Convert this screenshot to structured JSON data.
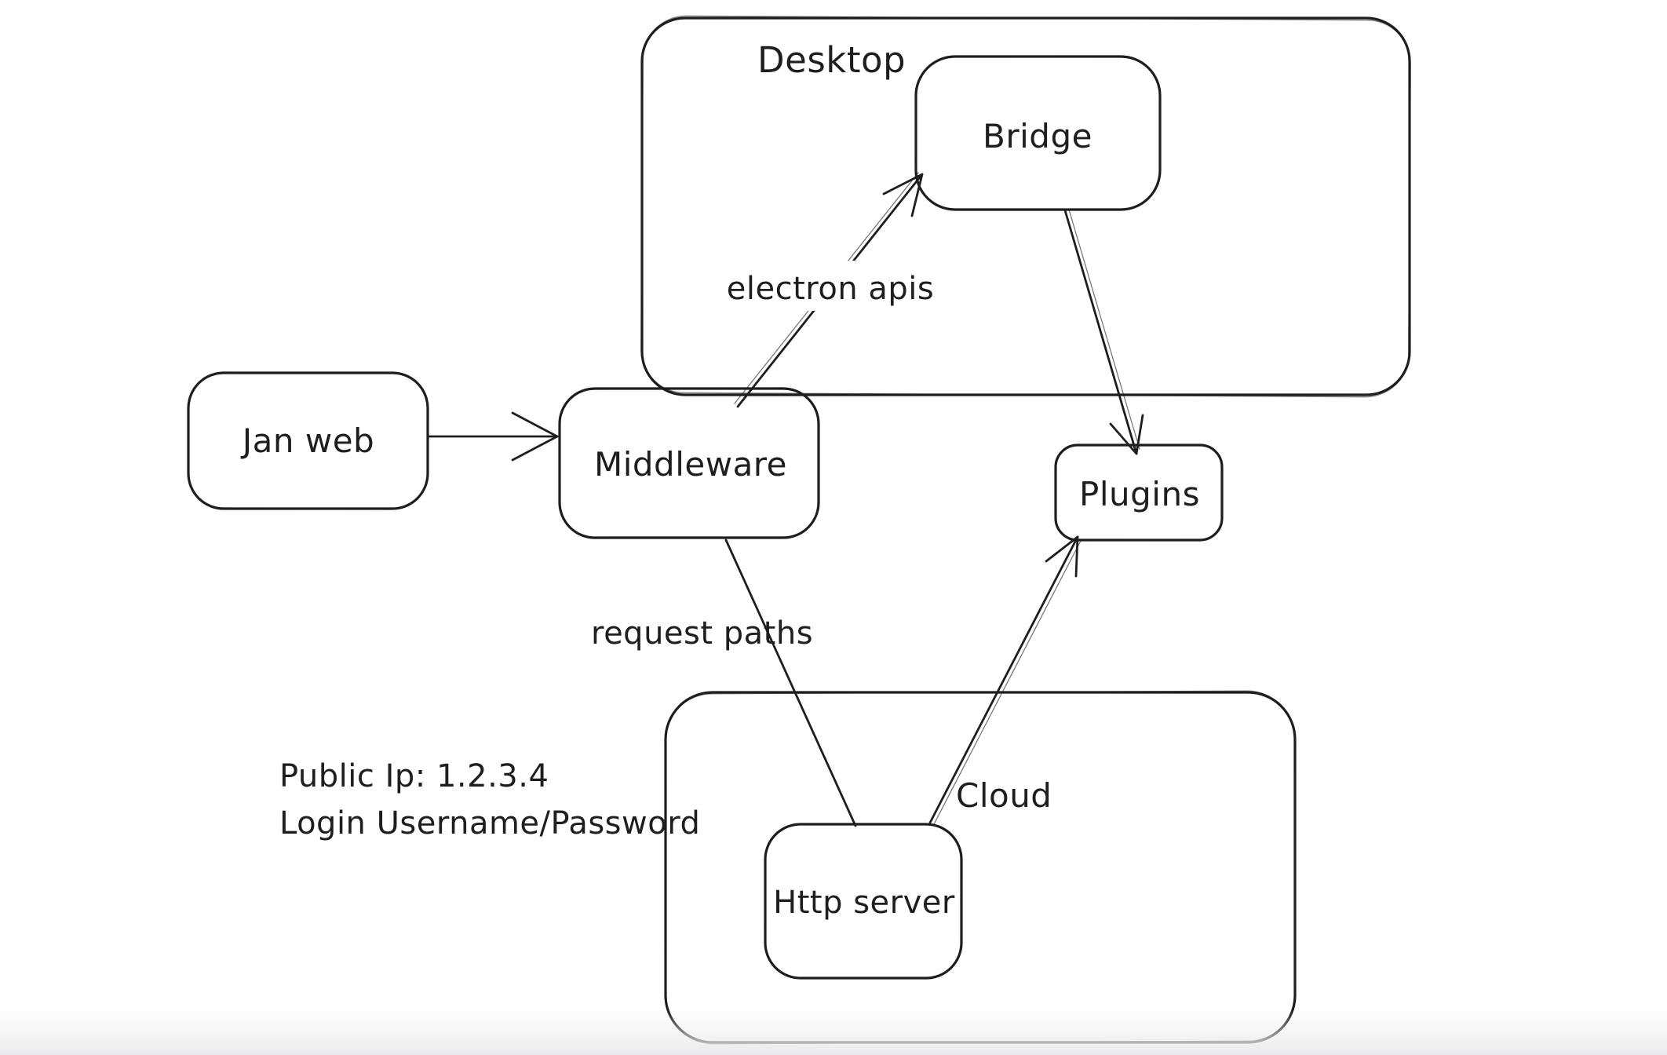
{
  "containers": {
    "desktop": {
      "label": "Desktop"
    },
    "cloud": {
      "label": "Cloud"
    }
  },
  "nodes": {
    "jan_web": {
      "label": "Jan web"
    },
    "bridge": {
      "label": "Bridge"
    },
    "middleware": {
      "label": "Middleware"
    },
    "plugins": {
      "label": "Plugins"
    },
    "http_server": {
      "label": "Http server"
    }
  },
  "edge_labels": {
    "electron_apis": "electron apis",
    "request_paths": "request paths"
  },
  "annotation": {
    "line1": "Public Ip: 1.2.3.4",
    "line2": "Login Username/Password"
  },
  "colors": {
    "stroke": "#1e1e1e",
    "background": "#ffffff",
    "bottom_fade": "#e9ebee"
  }
}
